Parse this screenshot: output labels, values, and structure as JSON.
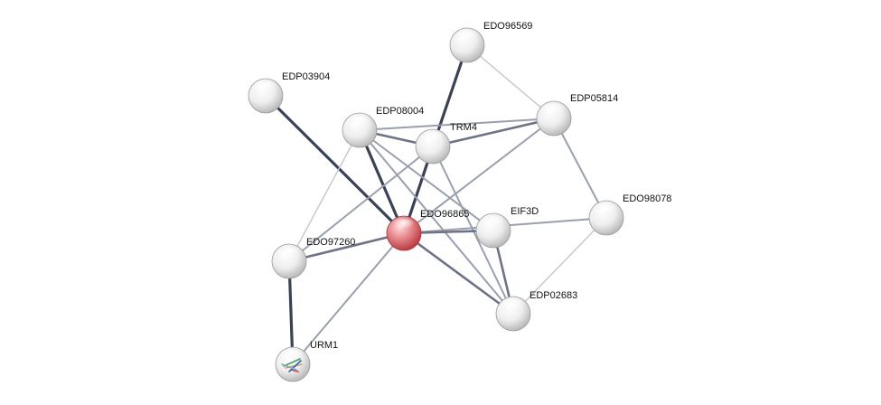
{
  "network": {
    "query_node": "EDO96865",
    "colors": {
      "query_node": "#d9575c",
      "node": "#e9e9e9",
      "edge_strong": "#3a4258",
      "edge_medium": "#6c7288",
      "edge_light": "#9a9fb0",
      "edge_faint": "#c4c6cf"
    },
    "nodes": [
      {
        "id": "EDO96569",
        "label": "EDO96569",
        "kind": "normal"
      },
      {
        "id": "EDP03904",
        "label": "EDP03904",
        "kind": "normal"
      },
      {
        "id": "EDP05814",
        "label": "EDP05814",
        "kind": "normal"
      },
      {
        "id": "EDP08004",
        "label": "EDP08004",
        "kind": "normal"
      },
      {
        "id": "TRM4",
        "label": "TRM4",
        "kind": "normal"
      },
      {
        "id": "EDO98078",
        "label": "EDO98078",
        "kind": "normal"
      },
      {
        "id": "EDO96865",
        "label": "EDO96865",
        "kind": "query"
      },
      {
        "id": "EIF3D",
        "label": "EIF3D",
        "kind": "normal"
      },
      {
        "id": "EDO97260",
        "label": "EDO97260",
        "kind": "normal"
      },
      {
        "id": "EDP02683",
        "label": "EDP02683",
        "kind": "normal"
      },
      {
        "id": "URM1",
        "label": "URM1",
        "kind": "structure"
      }
    ],
    "edges": [
      {
        "source": "EDO96569",
        "target": "TRM4",
        "strength": "strong"
      },
      {
        "source": "EDO96569",
        "target": "EDP05814",
        "strength": "faint"
      },
      {
        "source": "EDP03904",
        "target": "EDO96865",
        "strength": "strong"
      },
      {
        "source": "EDP08004",
        "target": "EDO96865",
        "strength": "strong"
      },
      {
        "source": "TRM4",
        "target": "EDO96865",
        "strength": "strong"
      },
      {
        "source": "EDP08004",
        "target": "TRM4",
        "strength": "medium"
      },
      {
        "source": "EDP08004",
        "target": "EDP05814",
        "strength": "light"
      },
      {
        "source": "TRM4",
        "target": "EDP05814",
        "strength": "medium"
      },
      {
        "source": "EDP08004",
        "target": "EIF3D",
        "strength": "light"
      },
      {
        "source": "EDP08004",
        "target": "EDP02683",
        "strength": "light"
      },
      {
        "source": "EDP08004",
        "target": "EDO97260",
        "strength": "faint"
      },
      {
        "source": "TRM4",
        "target": "EDO97260",
        "strength": "light"
      },
      {
        "source": "TRM4",
        "target": "EDP02683",
        "strength": "light"
      },
      {
        "source": "EDP05814",
        "target": "EDO96865",
        "strength": "light"
      },
      {
        "source": "EDP05814",
        "target": "EDO98078",
        "strength": "light"
      },
      {
        "source": "EDO98078",
        "target": "EDO96865",
        "strength": "light"
      },
      {
        "source": "EDO98078",
        "target": "EDP02683",
        "strength": "faint"
      },
      {
        "source": "EDO96865",
        "target": "EIF3D",
        "strength": "medium"
      },
      {
        "source": "EDO96865",
        "target": "EDP02683",
        "strength": "medium"
      },
      {
        "source": "EDO96865",
        "target": "EDO97260",
        "strength": "medium"
      },
      {
        "source": "EDO96865",
        "target": "URM1",
        "strength": "light"
      },
      {
        "source": "EIF3D",
        "target": "EDP02683",
        "strength": "medium"
      },
      {
        "source": "EDO97260",
        "target": "URM1",
        "strength": "strong"
      }
    ]
  }
}
